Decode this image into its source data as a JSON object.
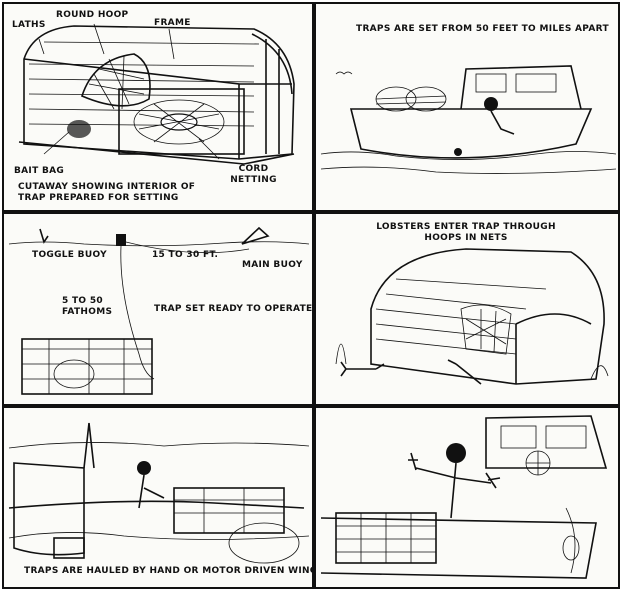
{
  "panels": {
    "cutaway": {
      "labels": {
        "laths": "LATHS",
        "round_hoop": "ROUND HOOP",
        "frame": "FRAME",
        "bait_bag": "BAIT BAG",
        "cord_netting": "CORD NETTING",
        "caption": "CUTAWAY SHOWING INTERIOR OF TRAP PREPARED FOR SETTING"
      }
    },
    "boat_setting": {
      "caption": "TRAPS ARE SET FROM 50 FEET TO MILES APART"
    },
    "trap_set": {
      "labels": {
        "toggle_buoy": "TOGGLE BUOY",
        "distance": "15 TO 30 FT.",
        "main_buoy": "MAIN BUOY",
        "depth": "5 TO 50 FATHOMS",
        "status": "TRAP SET READY TO OPERATE"
      }
    },
    "lobsters_enter": {
      "caption": "LOBSTERS ENTER TRAP THROUGH HOOPS IN NETS"
    },
    "hauling": {
      "caption": "TRAPS ARE HAULED BY HAND OR MOTOR DRIVEN WINCH"
    },
    "fisherman": {}
  },
  "colors": {
    "ink": "#111111",
    "paper": "#fbfbf8"
  }
}
